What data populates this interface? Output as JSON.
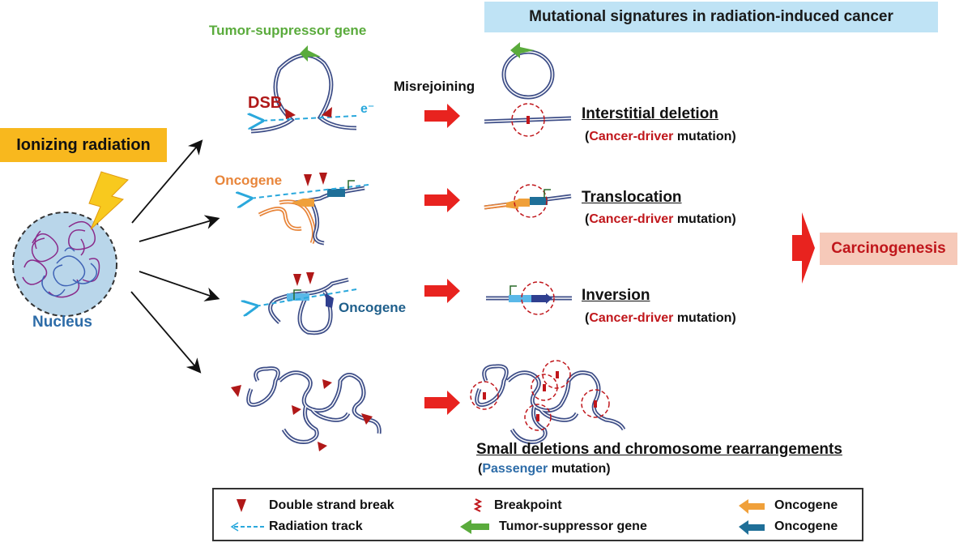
{
  "header": {
    "title": "Mutational signatures in radiation-induced cancer"
  },
  "source": {
    "radiation_label": "Ionizing radiation",
    "nucleus_label": "Nucleus"
  },
  "labels": {
    "tumor_suppressor": "Tumor-suppressor gene",
    "dsb": "DSB",
    "electron": "e⁻",
    "misrejoining": "Misrejoining",
    "oncogene_orange": "Oncogene",
    "oncogene_blue": "Oncogene"
  },
  "results": {
    "interstitial": {
      "title": "Interstitial deletion",
      "open": "(",
      "driver": "Cancer-driver",
      "rest": " mutation)"
    },
    "translocation": {
      "title": "Translocation",
      "open": "(",
      "driver": "Cancer-driver",
      "rest": " mutation)"
    },
    "inversion": {
      "title": "Inversion",
      "open": "(",
      "driver": "Cancer-driver",
      "rest": " mutation)"
    },
    "small": {
      "title": "Small deletions and chromosome rearrangements",
      "open": "(",
      "driver": "Passenger",
      "rest": " mutation)"
    }
  },
  "outcome": {
    "label": "Carcinogenesis"
  },
  "legend": {
    "double_strand_break": "Double strand break",
    "breakpoint": "Breakpoint",
    "oncogene_orange": "Oncogene",
    "radiation_track": "Radiation track",
    "tumor_suppressor": "Tumor-suppressor gene",
    "oncogene_blue": "Oncogene"
  },
  "colors": {
    "dna": "#3f4f88",
    "red_arrow": "#e8231f",
    "green_gene": "#5aab3c",
    "orange_gene": "#f0a03a",
    "blue_gene": "#1f6f98",
    "track": "#2aa8dc",
    "dsb": "#b01818"
  }
}
